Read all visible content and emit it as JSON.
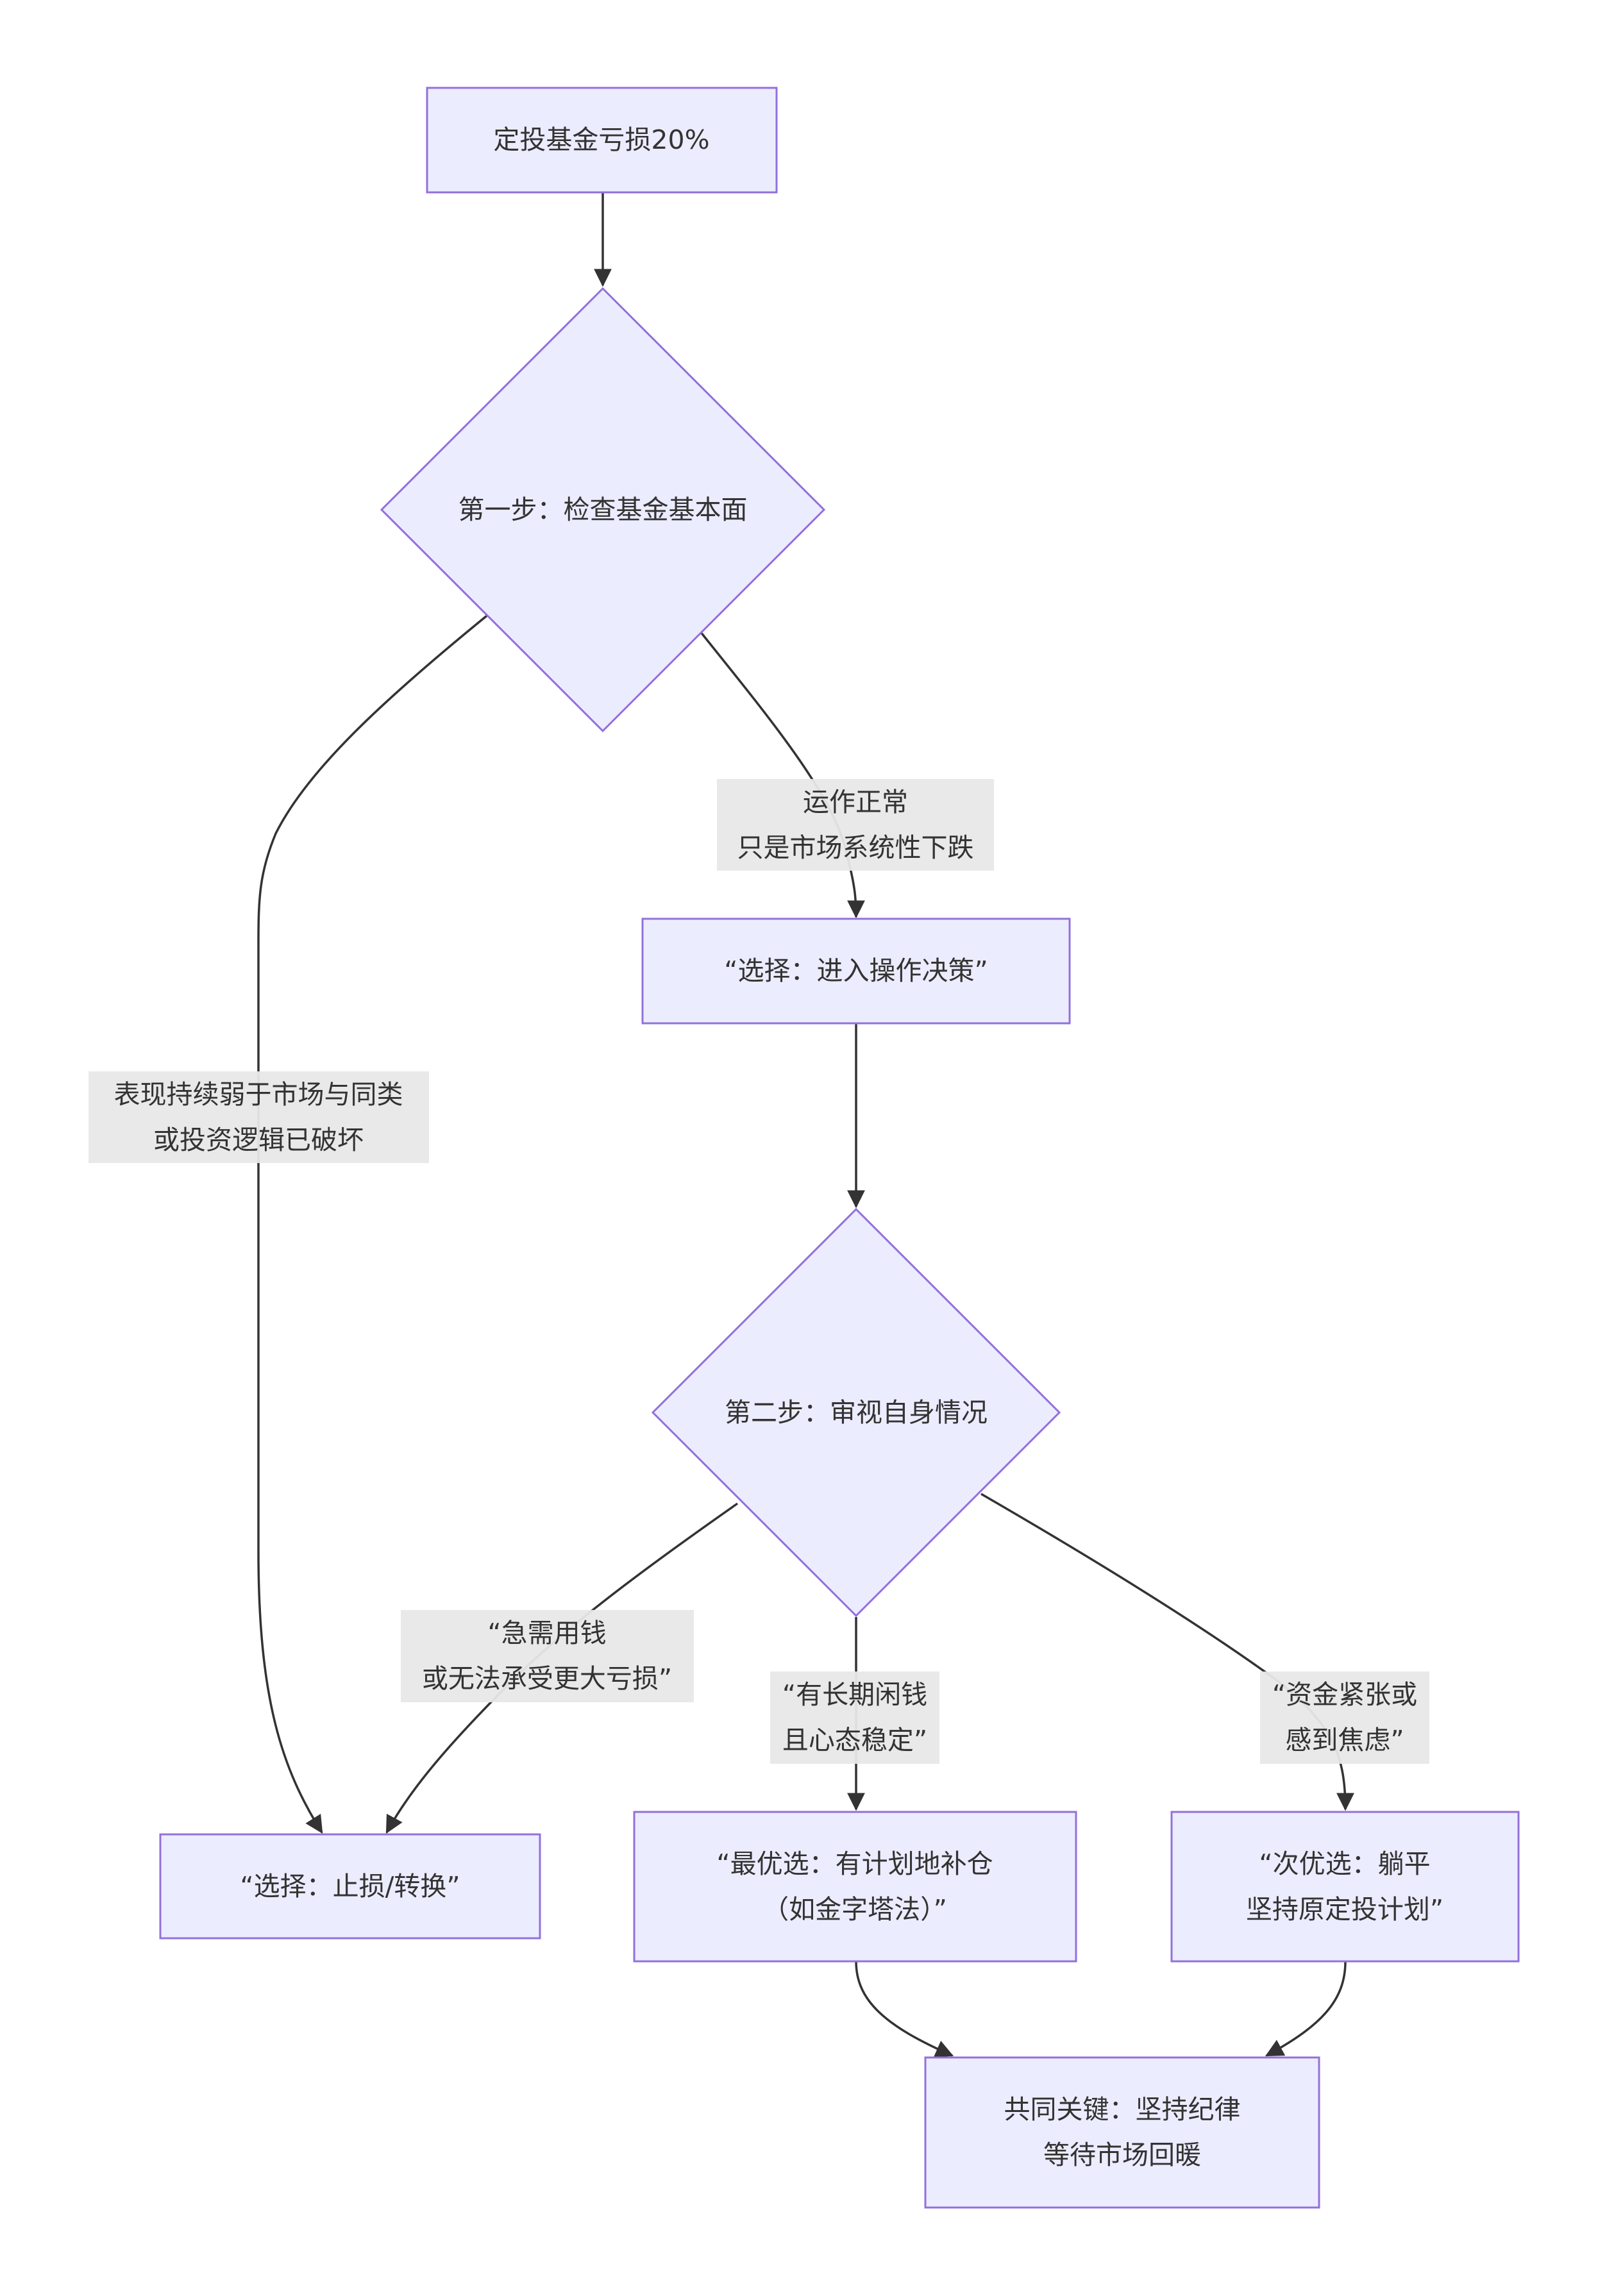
{
  "diagram": {
    "type": "flowchart",
    "direction": "top-down",
    "colors": {
      "node_fill": "#ECECFF",
      "node_stroke": "#9370DB",
      "edge": "#333333",
      "label_bg": "#E8E8E8",
      "text": "#333333"
    },
    "nodes": [
      {
        "id": "start",
        "shape": "rect",
        "lines": [
          "定投基金亏损20%"
        ]
      },
      {
        "id": "step1",
        "shape": "diamond",
        "lines": [
          "第一步：检查基金基本面"
        ]
      },
      {
        "id": "enter",
        "shape": "rect",
        "lines": [
          "“选择：进入操作决策”"
        ]
      },
      {
        "id": "step2",
        "shape": "diamond",
        "lines": [
          "第二步：审视自身情况"
        ]
      },
      {
        "id": "stoploss",
        "shape": "rect",
        "lines": [
          "“选择：止损/转换”"
        ]
      },
      {
        "id": "best",
        "shape": "rect",
        "lines": [
          "“最优选：有计划地补仓",
          "（如金字塔法）”"
        ]
      },
      {
        "id": "second",
        "shape": "rect",
        "lines": [
          "“次优选：躺平",
          "坚持原定投计划”"
        ]
      },
      {
        "id": "final",
        "shape": "rect",
        "lines": [
          "共同关键：坚持纪律",
          "等待市场回暖"
        ]
      }
    ],
    "edges": [
      {
        "from": "start",
        "to": "step1",
        "label": []
      },
      {
        "from": "step1",
        "to": "enter",
        "label": [
          "运作正常",
          "只是市场系统性下跌"
        ]
      },
      {
        "from": "step1",
        "to": "stoploss",
        "label": [
          "表现持续弱于市场与同类",
          "或投资逻辑已破坏"
        ]
      },
      {
        "from": "enter",
        "to": "step2",
        "label": []
      },
      {
        "from": "step2",
        "to": "stoploss",
        "label": [
          "“急需用钱",
          "或无法承受更大亏损”"
        ]
      },
      {
        "from": "step2",
        "to": "best",
        "label": [
          "“有长期闲钱",
          "且心态稳定”"
        ]
      },
      {
        "from": "step2",
        "to": "second",
        "label": [
          "“资金紧张或",
          "感到焦虑”"
        ]
      },
      {
        "from": "best",
        "to": "final",
        "label": []
      },
      {
        "from": "second",
        "to": "final",
        "label": []
      }
    ]
  }
}
